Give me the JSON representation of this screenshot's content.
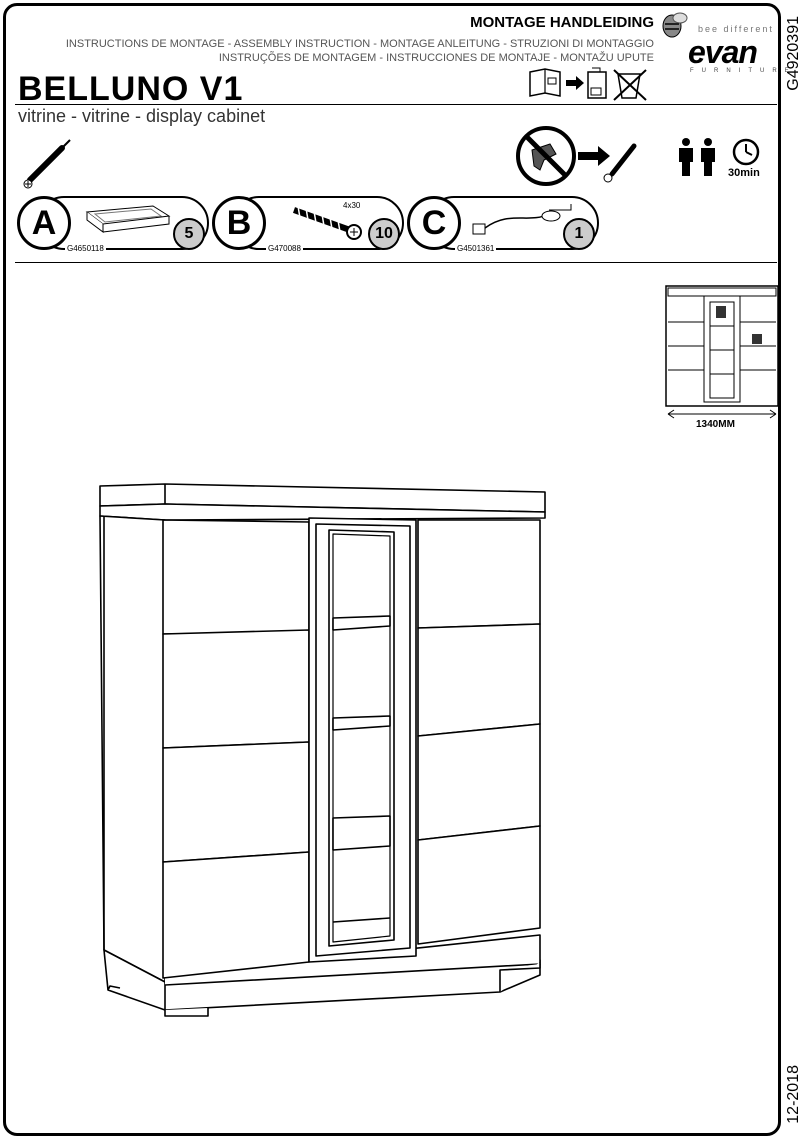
{
  "header": {
    "title": "MONTAGE HANDLEIDING",
    "languages_line1": "INSTRUCTIONS DE MONTAGE - ASSEMBLY INSTRUCTION - MONTAGE ANLEITUNG - STRUZIONI DI MONTAGGIO",
    "languages_line2": "INSTRUÇÕES DE MONTAGEM - INSTRUCCIONES DE MONTAJE - MONTAŽU UPUTE"
  },
  "brand": {
    "tagline": "bee different",
    "name": "evan",
    "sub": "FURNITURE"
  },
  "product": {
    "model": "BELLUNO V1",
    "description": "vitrine - vitrine - display cabinet"
  },
  "side": {
    "code": "G4920391",
    "date": "12-2018"
  },
  "requirements": {
    "people_icon": "two-people-icon",
    "time": "30min"
  },
  "parts": [
    {
      "letter": "A",
      "code": "G4650118",
      "qty": "5",
      "icon": "shelf-tray-icon"
    },
    {
      "letter": "B",
      "code": "G470088",
      "qty": "10",
      "icon": "screw-icon",
      "size": "4x30"
    },
    {
      "letter": "C",
      "code": "G4501361",
      "qty": "1",
      "icon": "led-light-cable-icon"
    }
  ],
  "overview": {
    "width_label": "1340MM"
  }
}
